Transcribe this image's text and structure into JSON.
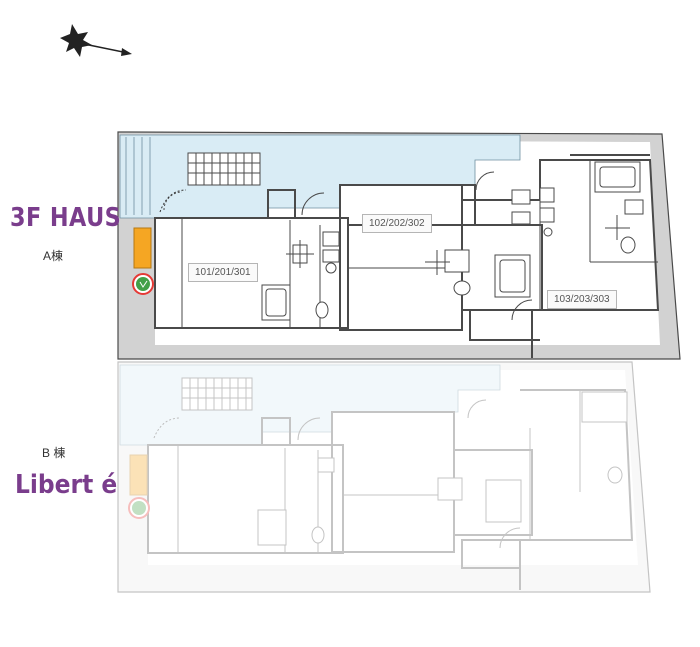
{
  "colors": {
    "brand_purple": "#7a3d8c",
    "corridor_blue": "#d9ecf5",
    "outdoor_gray": "#d2d2d2",
    "orange_marker": "#f5a623",
    "green_marker": "#43a047",
    "red_marker": "#e53935",
    "wall": "#4a4a4a"
  },
  "building_a": {
    "title": "3F HAUS",
    "label": "A棟",
    "units": {
      "u1": "101/201/301",
      "u2": "102/202/302",
      "u3": "103/203/303"
    }
  },
  "building_b": {
    "label": "B 棟",
    "title": "Libert é"
  },
  "icons": {
    "north": "compass-star-icon",
    "marker": "tree-icon"
  }
}
